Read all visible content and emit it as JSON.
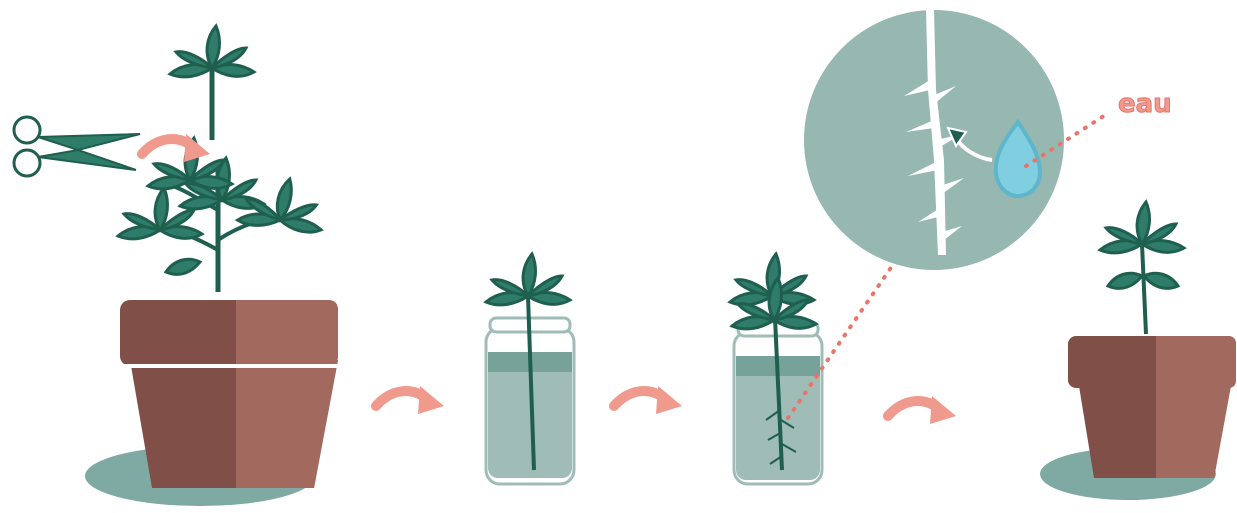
{
  "labels": {
    "water": "eau"
  },
  "steps": [
    {
      "id": "cut-stem"
    },
    {
      "id": "place-in-water"
    },
    {
      "id": "roots-grow"
    },
    {
      "id": "replant"
    }
  ],
  "colors": {
    "leaf": "#2e7c69",
    "leaf_dark": "#1f5f50",
    "stem": "#1f5f50",
    "pot_dark": "#7f4f48",
    "pot_light": "#a26a5f",
    "shadow": "#7faaa4",
    "water": "#9fbcb6",
    "water_top": "#76a29a",
    "jar_outline": "#9fbcb6",
    "arrow": "#f09a8d",
    "dotted": "#e8746a",
    "magnifier": "#96b8b1",
    "drop": "#7fcfe0",
    "label": "#f09a8d"
  },
  "icons": [
    "scissors-icon",
    "curved-arrow-icon",
    "water-drop-icon",
    "magnifier-circle"
  ]
}
